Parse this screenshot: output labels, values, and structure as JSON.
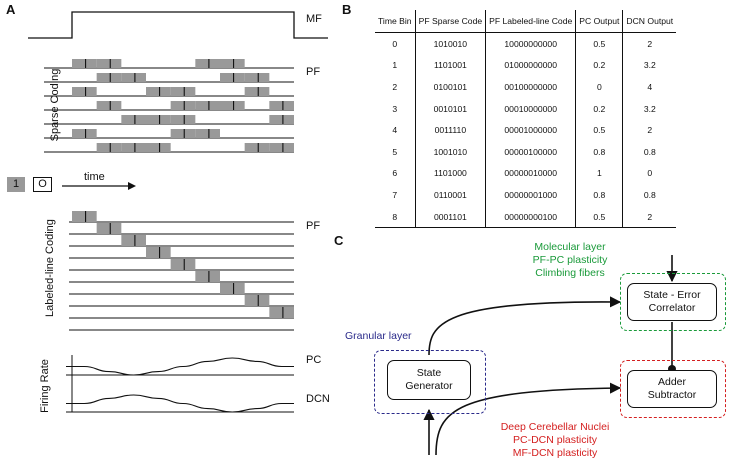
{
  "panel_a": {
    "letter": "A",
    "mf_label": "MF",
    "sparse_pf_label": "PF",
    "sparse_side_label": "Sparse Coding",
    "legend_one": "1",
    "legend_zero": "O",
    "time_label": "time",
    "labeled_pf_label": "PF",
    "labeled_side_label": "Labeled-line Coding",
    "firing_side_label": "Firing Rate",
    "pc_label": "PC",
    "dcn_label": "DCN",
    "sparse_codes": [
      "1010010",
      "1101001",
      "0100101",
      "0010101",
      "0011110",
      "1001010",
      "1101000",
      "0110001",
      "0001101"
    ],
    "labeled_codes": [
      "10000000000",
      "01000000000",
      "00100000000",
      "00010000000",
      "00001000000",
      "00000100000",
      "00000010000",
      "00000001000",
      "00000000100"
    ]
  },
  "panel_b": {
    "letter": "B",
    "columns": [
      "Time Bin",
      "PF Sparse Code",
      "PF Labeled-line Code",
      "PC Output",
      "DCN Output"
    ],
    "rows": [
      [
        "0",
        "1010010",
        "10000000000",
        "0.5",
        "2"
      ],
      [
        "1",
        "1101001",
        "01000000000",
        "0.2",
        "3.2"
      ],
      [
        "2",
        "0100101",
        "00100000000",
        "0",
        "4"
      ],
      [
        "3",
        "0010101",
        "00010000000",
        "0.2",
        "3.2"
      ],
      [
        "4",
        "0011110",
        "00001000000",
        "0.5",
        "2"
      ],
      [
        "5",
        "1001010",
        "00000100000",
        "0.8",
        "0.8"
      ],
      [
        "6",
        "1101000",
        "00000010000",
        "1",
        "0"
      ],
      [
        "7",
        "0110001",
        "00000001000",
        "0.8",
        "0.8"
      ],
      [
        "8",
        "0001101",
        "00000000100",
        "0.5",
        "2"
      ]
    ]
  },
  "panel_c": {
    "letter": "C",
    "molecular": [
      "Molecular layer",
      "PF-PC plasticity",
      "Climbing fibers"
    ],
    "granular": "Granular layer",
    "state_error": [
      "State - Error",
      "Correlator"
    ],
    "state_gen": [
      "State",
      "Generator"
    ],
    "adder": [
      "Adder",
      "Subtractor"
    ],
    "deep": [
      "Deep Cerebellar Nuclei",
      "PC-DCN plasticity",
      "MF-DCN plasticity"
    ],
    "colors": {
      "molecular": "#1a9a3a",
      "granular": "#2a2a8a",
      "deep": "#d42020"
    }
  }
}
